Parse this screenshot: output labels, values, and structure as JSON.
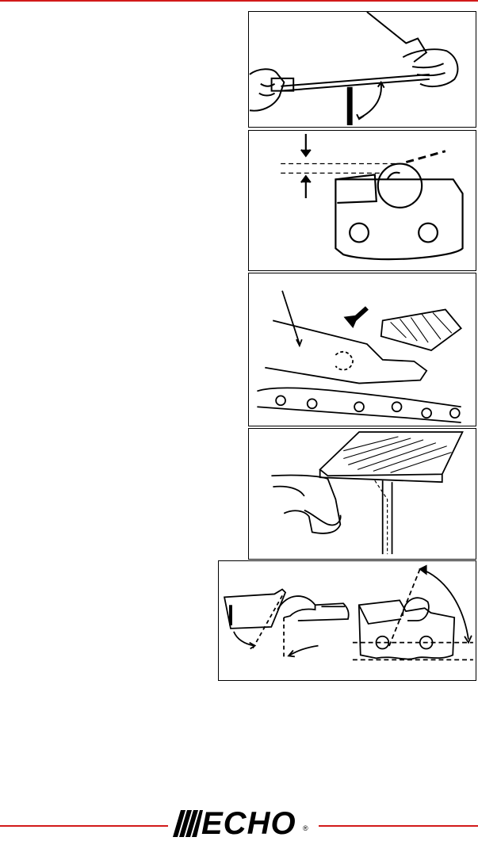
{
  "brand": {
    "logo_text": "ECHO",
    "registered_mark": "®"
  },
  "colors": {
    "rule": "#d21a1a",
    "ink": "#000000",
    "paper": "#ffffff"
  },
  "figures": [
    {
      "id": "filing-guide-angle",
      "description_visible": false
    },
    {
      "id": "file-height-gauge",
      "description_visible": false
    },
    {
      "id": "depth-gauge-tool-on-chain",
      "description_visible": false
    },
    {
      "id": "flat-file-on-depth-gauge",
      "description_visible": false
    },
    {
      "id": "cutter-angles",
      "description_visible": false
    }
  ]
}
